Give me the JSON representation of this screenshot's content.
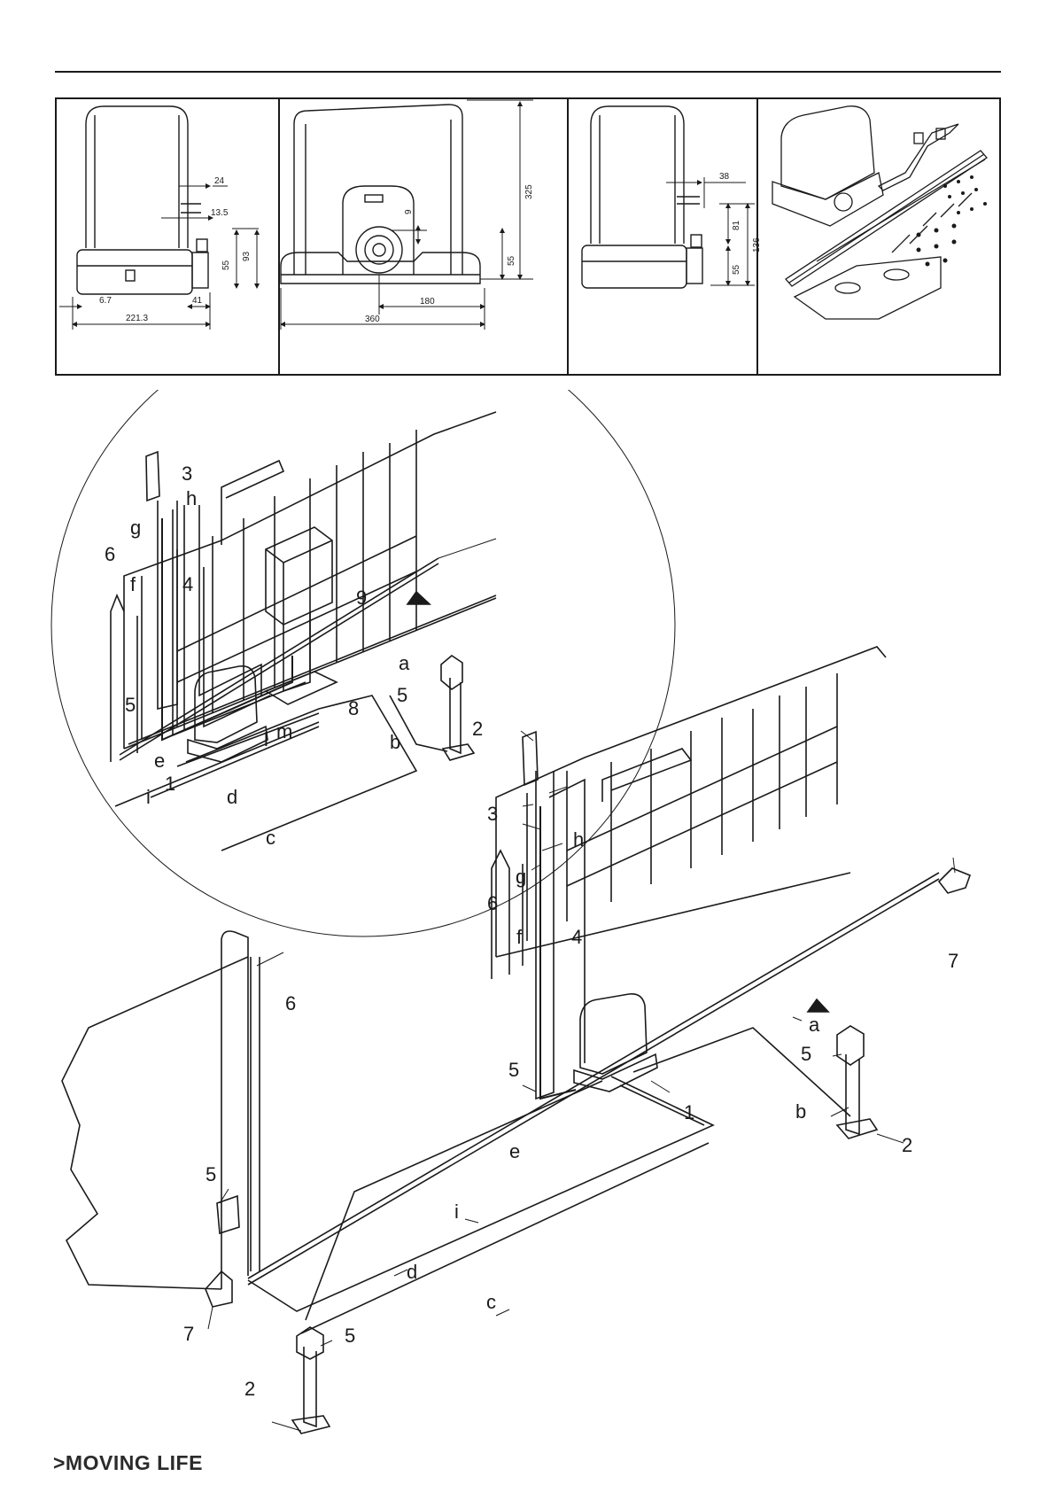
{
  "dimensions_panel": {
    "side_view": {
      "d_24": "24",
      "d_13_5": "13.5",
      "d_93": "93",
      "d_55": "55",
      "d_6_7": "6.7",
      "d_41": "41",
      "d_221_3": "221.3"
    },
    "front_view": {
      "d_325": "325",
      "d_9": "9",
      "d_55": "55",
      "d_180": "180",
      "d_360": "360"
    },
    "side_view_2": {
      "d_38": "38",
      "d_81": "81",
      "d_136": "136",
      "d_55": "55"
    }
  },
  "callouts": {
    "detail": [
      "3",
      "h",
      "g",
      "6",
      "f",
      "4",
      "9",
      "a",
      "5",
      "8",
      "5",
      "2",
      "m",
      "l",
      "b",
      "e",
      "1",
      "i",
      "d",
      "c"
    ],
    "overview": [
      "3",
      "h",
      "g",
      "6",
      "f",
      "4",
      "7",
      "a",
      "5",
      "5",
      "b",
      "2",
      "1",
      "e",
      "6",
      "5",
      "i",
      "d",
      "7",
      "c",
      "5",
      "2"
    ]
  },
  "footer": {
    "brand": ">MOVING LIFE"
  }
}
